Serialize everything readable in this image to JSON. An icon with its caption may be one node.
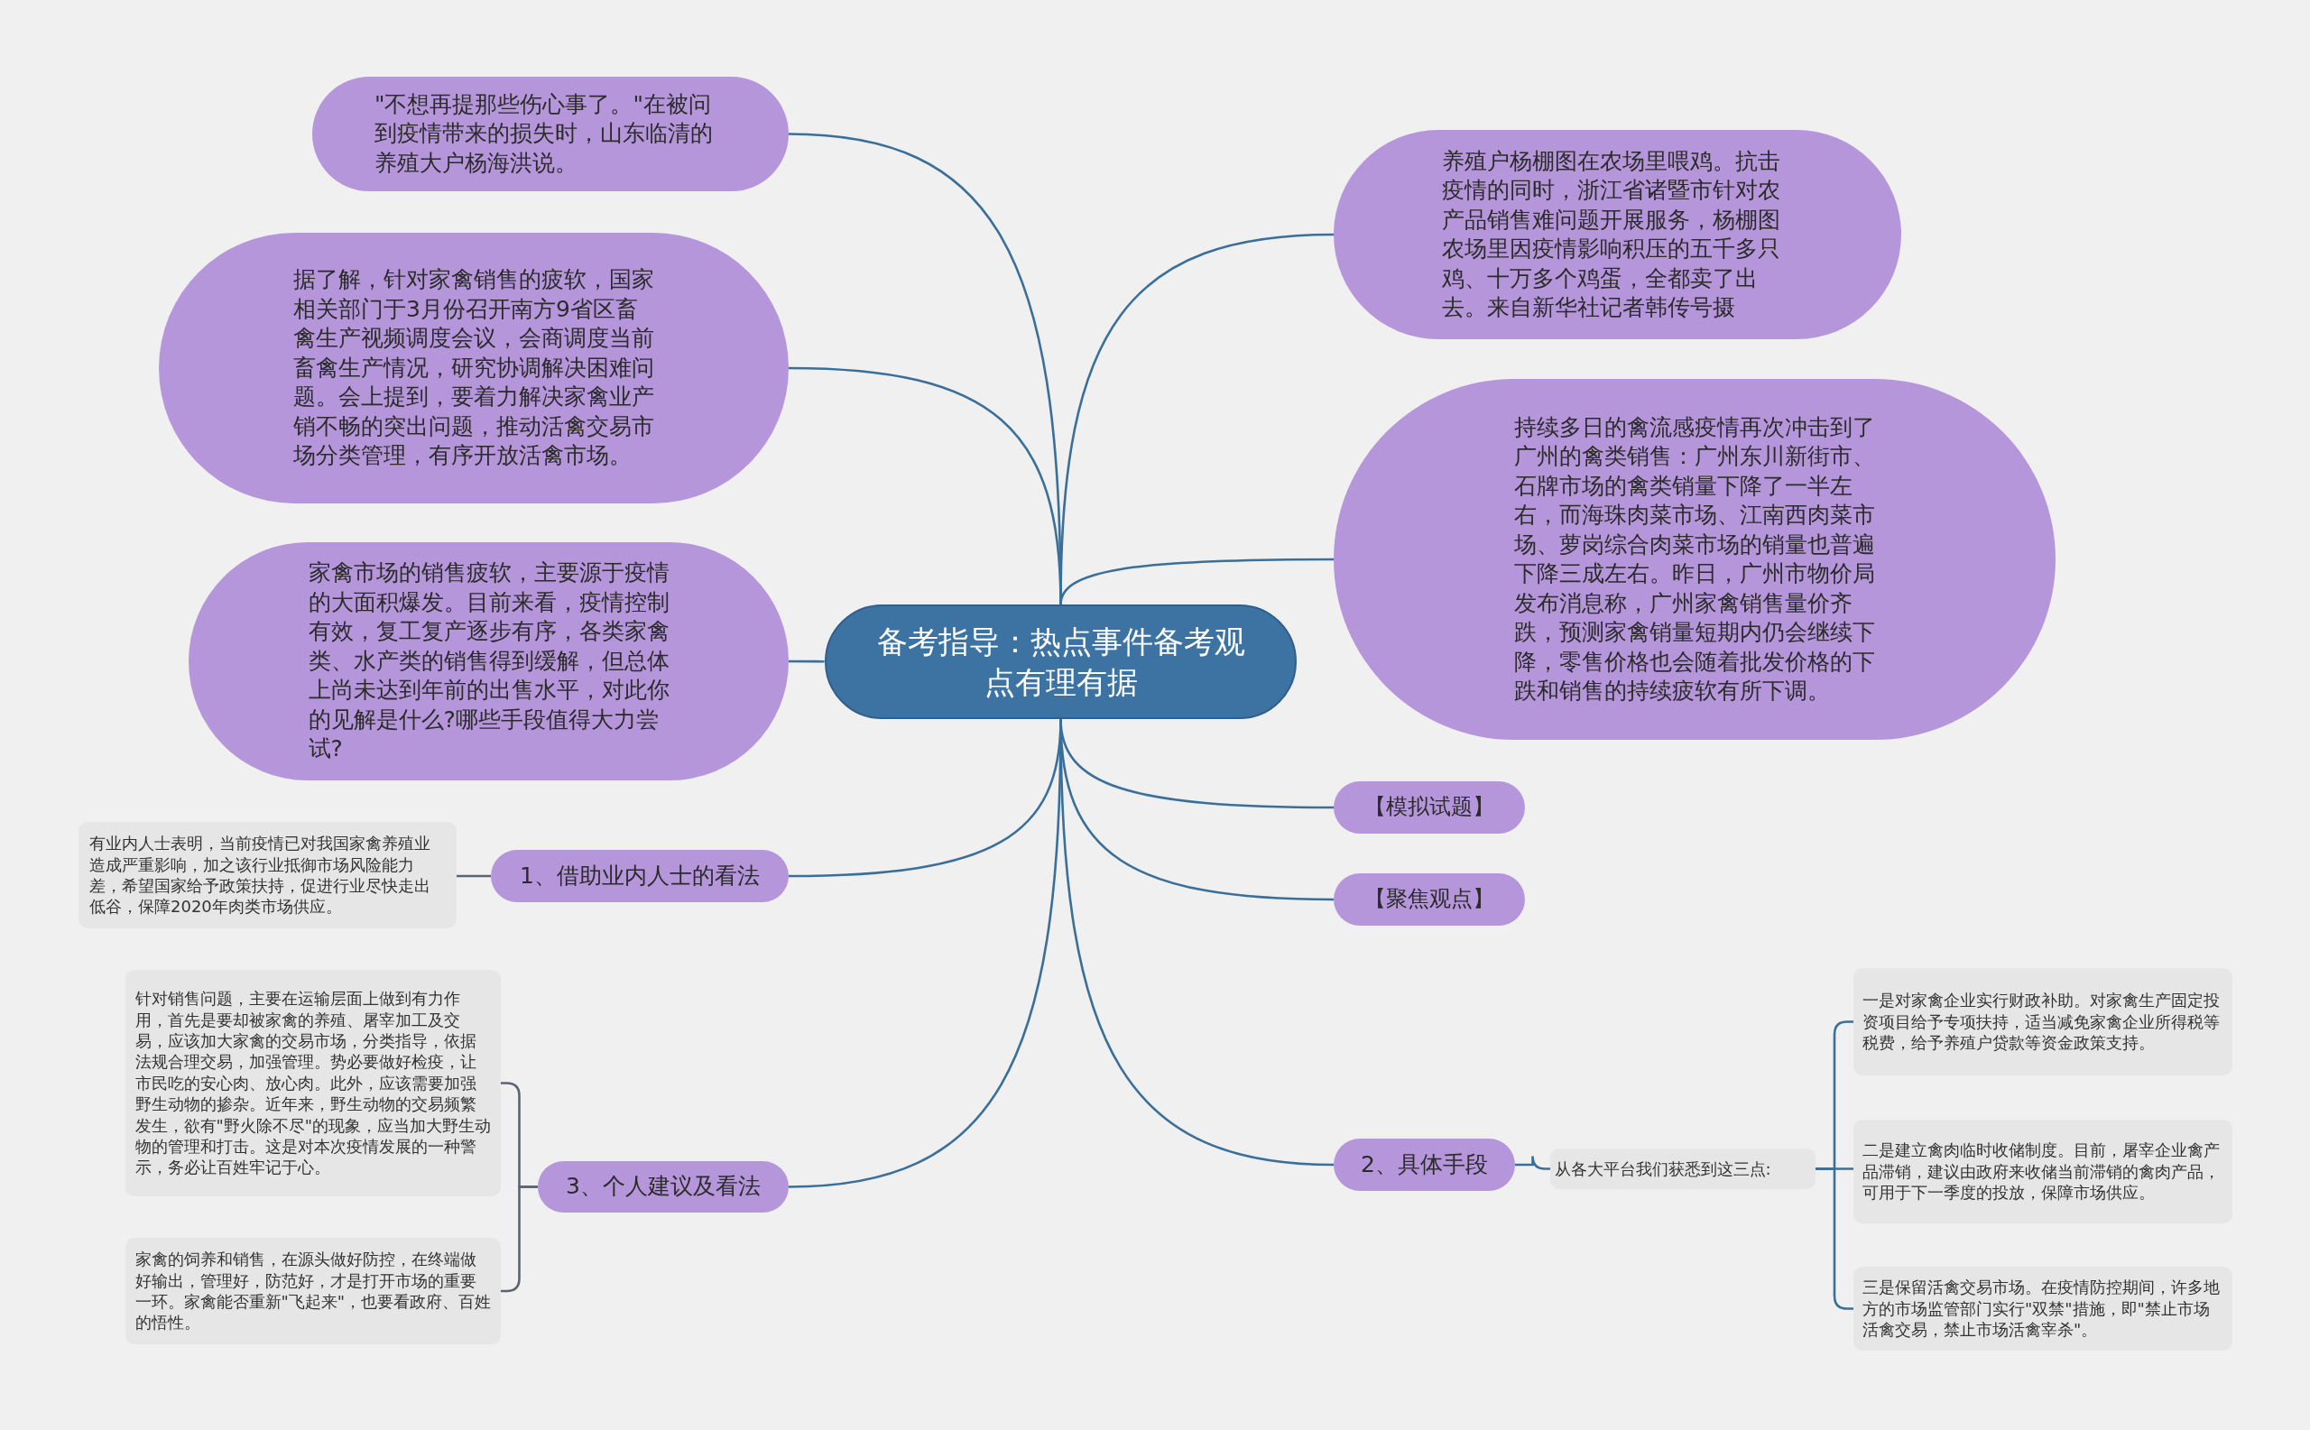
{
  "diagram": {
    "nodes": [
      {
        "text": [
          "备考指导：热点事件备考观点有理有据"
        ]
      },
      {
        "text": [
          "\"不想再提那些伤心事了。\"在被问到疫情带来的损失时，山东临清的养殖大户杨海洪说。"
        ]
      },
      {
        "text": [
          "据了解，针对家禽销售的疲软，国家相关部门于3月份召开南方9省区畜禽生产视频调度会议，会商调度当前畜禽生产情况，研究协调解决困难问题。会上提到，要着力解决家禽业产销不畅的突出问题，推动活禽交易市场分类管理，有序开放活禽市场。"
        ]
      },
      {
        "text": [
          "家禽市场的销售疲软，主要源于疫情的大面积爆发。目前来看，疫情控制有效，复工复产逐步有序，各类家禽类、水产类的销售得到缓解，但总体上尚未达到年前的出售水平，对此你的见解是什么?哪些手段值得大力尝试?"
        ]
      },
      {
        "text": [
          "养殖户杨棚图在农场里喂鸡。抗击疫情的同时，浙江省诸暨市针对农产品销售难问题开展服务，杨棚图农场里因疫情影响积压的五千多只鸡、十万多个鸡蛋，全都卖了出去。来自新华社记者韩传号摄"
        ]
      },
      {
        "text": [
          "持续多日的禽流感疫情再次冲击到了广州的禽类销售：广州东川新街市、石牌市场的禽类销量下降了一半左右，而海珠肉菜市场、江南西肉菜市场、萝岗综合肉菜市场的销量也普遍下降三成左右。昨日，广州市物价局发布消息称，广州家禽销售量价齐跌，预测家禽销量短期内仍会继续下降，零售价格也会随着批发价格的下跌和销售的持续疲软有所下调。"
        ]
      },
      {
        "text": [
          "【模拟试题】"
        ]
      },
      {
        "text": [
          "【聚焦观点】"
        ]
      },
      {
        "text": [
          "1、借助业内人士的看法"
        ]
      },
      {
        "text": [
          "有业内人士表明，当前疫情已对我国家禽养殖业造成严重影响，加之该行业抵御市场风险能力差，希望国家给予政策扶持，促进行业尽快走出低谷，保障2020年肉类市场供应。"
        ]
      },
      {
        "text": [
          "3、个人建议及看法"
        ]
      },
      {
        "text": [
          "针对销售问题，主要在运输层面上做到有力作用，首先是要却被家禽的养殖、屠宰加工及交易，应该加大家禽的交易市场，分类指导，依据法规合理交易，加强管理。势必要做好检疫，让市民吃的安心肉、放心肉。此外，应该需要加强野生动物的掺杂。近年来，野生动物的交易频繁发生，欲有\"野火除不尽\"的现象，应当加大野生动物的管理和打击。这是对本次疫情发展的一种警示，务必让百姓牢记于心。"
        ]
      },
      {
        "text": [
          "家禽的饲养和销售，在源头做好防控，在终端做好输出，管理好，防范好，才是打开市场的重要一环。家禽能否重新\"飞起来\"，也要看政府、百姓的悟性。"
        ]
      },
      {
        "text": [
          "2、具体手段"
        ]
      },
      {
        "text": [
          "从各大平台我们获悉到这三点:"
        ]
      },
      {
        "text": [
          "一是对家禽企业实行财政补助。对家禽生产固定投资项目给予专项扶持，适当减免家禽企业所得税等税费，给予养殖户贷款等资金政策支持。"
        ]
      },
      {
        "text": [
          "二是建立禽肉临时收储制度。目前，屠宰企业禽产品滞销，建议由政府来收储当前滞销的禽肉产品，可用于下一季度的投放，保障市场供应。"
        ]
      },
      {
        "text": [
          "三是保留活禽交易市场。在疫情防控期间，许多地方的市场监管部门实行\"双禁\"措施，即\"禁止市场活禽交易，禁止市场活禽宰杀\"。"
        ]
      }
    ],
    "edges": [
      {
        "from": 0,
        "to": 1,
        "arrow": "none"
      },
      {
        "from": 0,
        "to": 2,
        "arrow": "none"
      },
      {
        "from": 0,
        "to": 3,
        "arrow": "none"
      },
      {
        "from": 0,
        "to": 4,
        "arrow": "none"
      },
      {
        "from": 0,
        "to": 5,
        "arrow": "none"
      },
      {
        "from": 0,
        "to": 6,
        "arrow": "none"
      },
      {
        "from": 0,
        "to": 7,
        "arrow": "none"
      },
      {
        "from": 0,
        "to": 8,
        "arrow": "none"
      },
      {
        "from": 0,
        "to": 10,
        "arrow": "none"
      },
      {
        "from": 0,
        "to": 13,
        "arrow": "none"
      },
      {
        "from": 8,
        "to": 9,
        "arrow": "none",
        "color": "#5a6470"
      },
      {
        "from": 10,
        "to": 11,
        "arrow": "none",
        "color": "#5a6470"
      },
      {
        "from": 10,
        "to": 12,
        "arrow": "none",
        "color": "#5a6470"
      },
      {
        "from": 13,
        "to": 14,
        "arrow": "none"
      },
      {
        "from": 14,
        "to": 15,
        "arrow": "none"
      },
      {
        "from": 14,
        "to": 16,
        "arrow": "none"
      },
      {
        "from": 14,
        "to": 17,
        "arrow": "none"
      }
    ]
  }
}
